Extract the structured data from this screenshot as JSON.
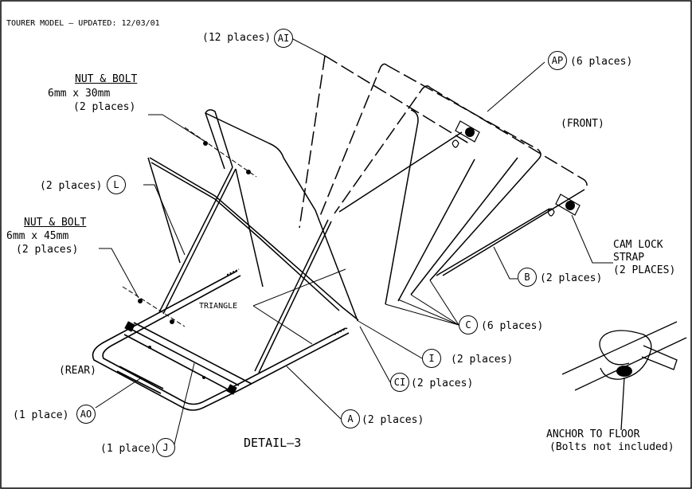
{
  "header": {
    "title": "TOURER MODEL – UPDATED: 12/03/01"
  },
  "detail_label": "DETAIL–3",
  "orientation": {
    "front": "(FRONT)",
    "rear": "(REAR)"
  },
  "hardware": {
    "nut_bolt_30": {
      "title": "NUT & BOLT",
      "size": "6mm x 30mm",
      "qty": "(2 places)"
    },
    "nut_bolt_45": {
      "title": "NUT & BOLT",
      "size": "6mm x 45mm",
      "qty": "(2  places)"
    }
  },
  "parts": [
    {
      "id": "AI",
      "qty": "(12 places)"
    },
    {
      "id": "AP",
      "qty": "(6 places)"
    },
    {
      "id": "L",
      "qty": "(2 places)"
    },
    {
      "id": "B",
      "qty": "(2 places)"
    },
    {
      "id": "C",
      "qty": "(6 places)"
    },
    {
      "id": "I",
      "qty": "(2 places)"
    },
    {
      "id": "CI",
      "qty": "(2 places)"
    },
    {
      "id": "A",
      "qty": "(2 places)"
    },
    {
      "id": "AO",
      "qty": "(1 place)"
    },
    {
      "id": "J",
      "qty": "(1 place)"
    }
  ],
  "callouts": {
    "triangle": "TRIANGLE",
    "cam_lock": {
      "line1": "CAM LOCK",
      "line2": "STRAP",
      "line3": "(2 PLACES)"
    },
    "anchor": {
      "line1": "ANCHOR TO FLOOR",
      "line2": "(Bolts not included)"
    }
  }
}
